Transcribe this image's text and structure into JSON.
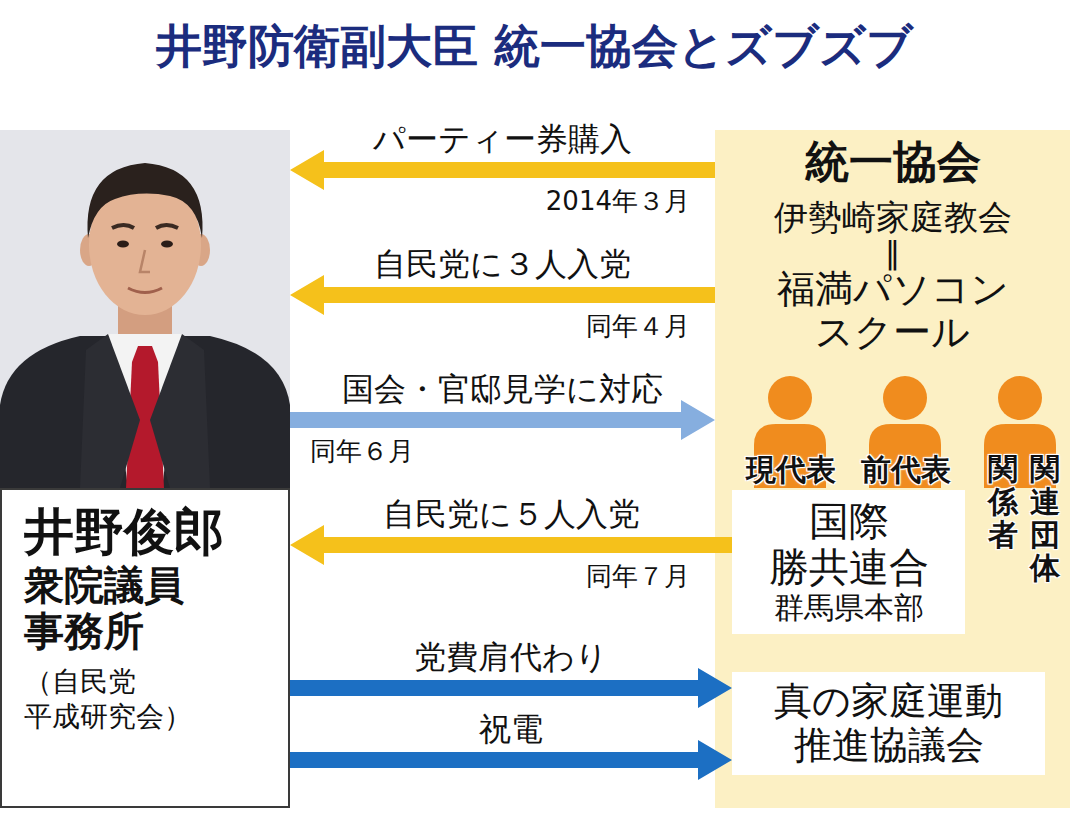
{
  "diagram": {
    "title": "井野防衛副大臣 統一協会とズブズブ",
    "nodes": [
      {
        "text": [
          "井野俊郎",
          "衆院議員 事務所",
          "（自民党 平成研究会）"
        ]
      },
      {
        "text": [
          "統一協会",
          "伊勢崎家庭教会",
          "‖",
          "福満パソコン スクール"
        ]
      },
      {
        "text": [
          "国際 勝共連合",
          "群馬県本部"
        ],
        "in": 1
      },
      {
        "text": [
          "真の家庭運動 推進協議会"
        ],
        "in": 1
      }
    ],
    "edges": [
      {
        "from": 1,
        "to": 0,
        "label": "パーティー券購入",
        "arrow": "to"
      },
      {
        "from": 1,
        "to": 0,
        "label": "自民党に３人入党",
        "arrow": "to"
      },
      {
        "from": 0,
        "to": 1,
        "label": "国会・官邸見学に対応",
        "arrow": "to"
      },
      {
        "from": 2,
        "to": 0,
        "label": "自民党に５人入党",
        "arrow": "to"
      },
      {
        "from": 0,
        "to": 3,
        "label": "党費肩代わり",
        "arrow": "to"
      },
      {
        "from": 0,
        "to": 3,
        "label": "祝電",
        "arrow": "to"
      }
    ],
    "labels": [
      "2014年３月",
      "同年４月",
      "同年６月",
      "同年７月",
      "現代表",
      "前代表",
      "関係者",
      "関連団体"
    ]
  }
}
